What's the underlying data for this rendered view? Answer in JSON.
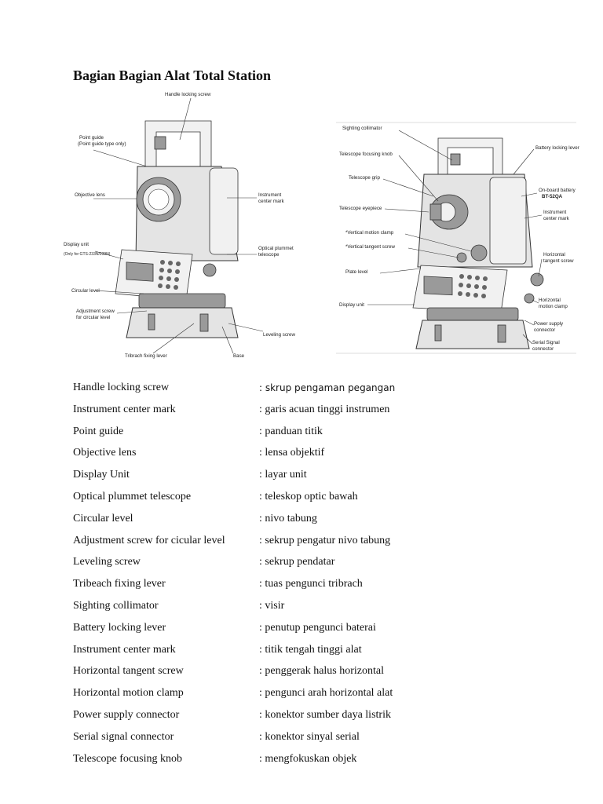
{
  "title": "Bagian Bagian Alat Total Station",
  "figure_left": {
    "labels": {
      "handle_locking_screw": "Handle locking screw",
      "point_guide_1": "Point guide",
      "point_guide_2": "(Point guide type only)",
      "objective_lens": "Objective lens",
      "display_unit_1": "Display unit",
      "display_unit_2": "(Only for GTS-233N/239N)",
      "circular_level": "Circular level",
      "adjustment_screw_1": "Adjustment screw",
      "adjustment_screw_2": "for circular level",
      "tribrach_fixing_lever": "Tribrach fixing lever",
      "instrument_center_mark_1": "Instrument",
      "instrument_center_mark_2": "center mark",
      "optical_plummet_1": "Optical plummet",
      "optical_plummet_2": "telescope",
      "leveling_screw": "Leveling screw",
      "base": "Base"
    }
  },
  "figure_right": {
    "labels": {
      "sighting_collimator": "Sighting collimator",
      "telescope_focusing_knob": "Telescope focusing knob",
      "telescope_grip": "Telescope grip",
      "telescope_eyepiece": "Telescope eyepiece",
      "vertical_motion_clamp": "*Vertical motion clamp",
      "vertical_tangent_screw": "*Vertical tangent screw",
      "plate_level": "Plate level",
      "display_unit": "Display unit",
      "battery_locking_lever": "Battery locking lever",
      "onboard_battery_1": "On-board battery",
      "onboard_battery_2": "BT-52QA",
      "instrument_center_mark_1": "Instrument",
      "instrument_center_mark_2": "center mark",
      "horizontal_tangent_screw_1": "Horizontal",
      "horizontal_tangent_screw_2": "tangent screw",
      "horizontal_motion_clamp_1": "Horizontal",
      "horizontal_motion_clamp_2": "motion clamp",
      "power_supply_connector_1": "Power supply",
      "power_supply_connector_2": "connector",
      "serial_signal_connector_1": "Serial Signal",
      "serial_signal_connector_2": "connector"
    }
  },
  "parts": [
    {
      "term": "Handle locking screw",
      "definition": ": skrup pengaman pegangan"
    },
    {
      "term": "Instrument center mark",
      "definition": ": garis acuan tinggi instrumen"
    },
    {
      "term": "Point guide",
      "definition": ": panduan titik"
    },
    {
      "term": "Objective lens",
      "definition": ": lensa objektif"
    },
    {
      "term": "Display Unit",
      "definition": ": layar unit"
    },
    {
      "term": "Optical plummet telescope",
      "definition": ": teleskop optic bawah"
    },
    {
      "term": "Circular level",
      "definition": ": nivo tabung"
    },
    {
      "term": "Adjustment screw for cicular level",
      "definition": ": sekrup pengatur nivo tabung"
    },
    {
      "term": "Leveling screw",
      "definition": ": sekrup pendatar"
    },
    {
      "term": "Tribeach fixing lever",
      "definition": ": tuas pengunci tribrach"
    },
    {
      "term": "Sighting collimator",
      "definition": ": visir"
    },
    {
      "term": "Battery locking lever",
      "definition": ": penutup pengunci baterai"
    },
    {
      "term": "Instrument center mark",
      "definition": ": titik tengah tinggi alat"
    },
    {
      "term": "Horizontal tangent screw",
      "definition": ": penggerak halus horizontal"
    },
    {
      "term": "Horizontal motion clamp",
      "definition": ": pengunci arah horizontal alat"
    },
    {
      "term": "Power supply connector",
      "definition": ": konektor  sumber daya listrik"
    },
    {
      "term": "Serial signal connector",
      "definition": ": konektor sinyal serial"
    },
    {
      "term": "Telescope focusing knob",
      "definition": ": mengfokuskan objek"
    }
  ]
}
